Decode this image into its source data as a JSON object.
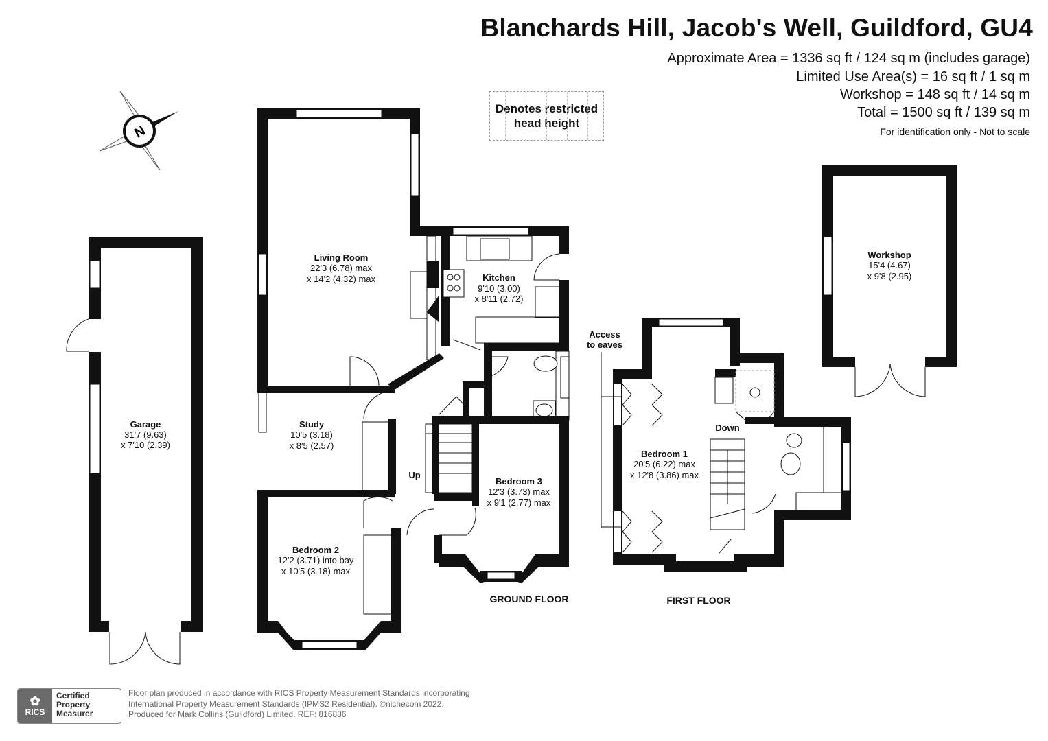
{
  "header": {
    "title": "Blanchards Hill, Jacob's Well, Guildford, GU4",
    "areas": [
      "Approximate Area = 1336 sq ft / 124 sq m (includes garage)",
      "Limited Use Area(s) = 16 sq ft / 1 sq m",
      "Workshop = 148 sq ft / 14 sq m",
      "Total = 1500 sq ft / 139 sq m"
    ],
    "note": "For identification only - Not to scale"
  },
  "legend": {
    "line1": "Denotes restricted",
    "line2": "head height"
  },
  "compass": {
    "letter": "N"
  },
  "rooms": {
    "garage": {
      "name": "Garage",
      "dim1": "31'7 (9.63)",
      "dim2": "x 7'10 (2.39)"
    },
    "living": {
      "name": "Living Room",
      "dim1": "22'3 (6.78) max",
      "dim2": "x 14'2 (4.32) max"
    },
    "kitchen": {
      "name": "Kitchen",
      "dim1": "9'10 (3.00)",
      "dim2": "x 8'11 (2.72)"
    },
    "study": {
      "name": "Study",
      "dim1": "10'5 (3.18)",
      "dim2": "x 8'5 (2.57)"
    },
    "bedroom2": {
      "name": "Bedroom 2",
      "dim1": "12'2 (3.71) into bay",
      "dim2": "x 10'5 (3.18) max"
    },
    "bedroom3": {
      "name": "Bedroom 3",
      "dim1": "12'3 (3.73) max",
      "dim2": "x 9'1 (2.77) max"
    },
    "bedroom1": {
      "name": "Bedroom 1",
      "dim1": "20'5 (6.22) max",
      "dim2": "x 12'8 (3.86) max"
    },
    "workshop": {
      "name": "Workshop",
      "dim1": "15'4 (4.67)",
      "dim2": "x 9'8 (2.95)"
    }
  },
  "labels": {
    "up": "Up",
    "down": "Down",
    "access1": "Access",
    "access2": "to eaves",
    "ground_floor": "GROUND FLOOR",
    "first_floor": "FIRST FLOOR"
  },
  "footer": {
    "rics_logo": "RICS",
    "badge1": "Certified",
    "badge2": "Property",
    "badge3": "Measurer",
    "line1": "Floor plan produced in accordance with RICS Property Measurement Standards incorporating",
    "line2": "International Property Measurement Standards (IPMS2 Residential).  ©nichecom 2022.",
    "line3": "Produced for Mark Collins (Guildford) Limited.   REF: 816886"
  }
}
